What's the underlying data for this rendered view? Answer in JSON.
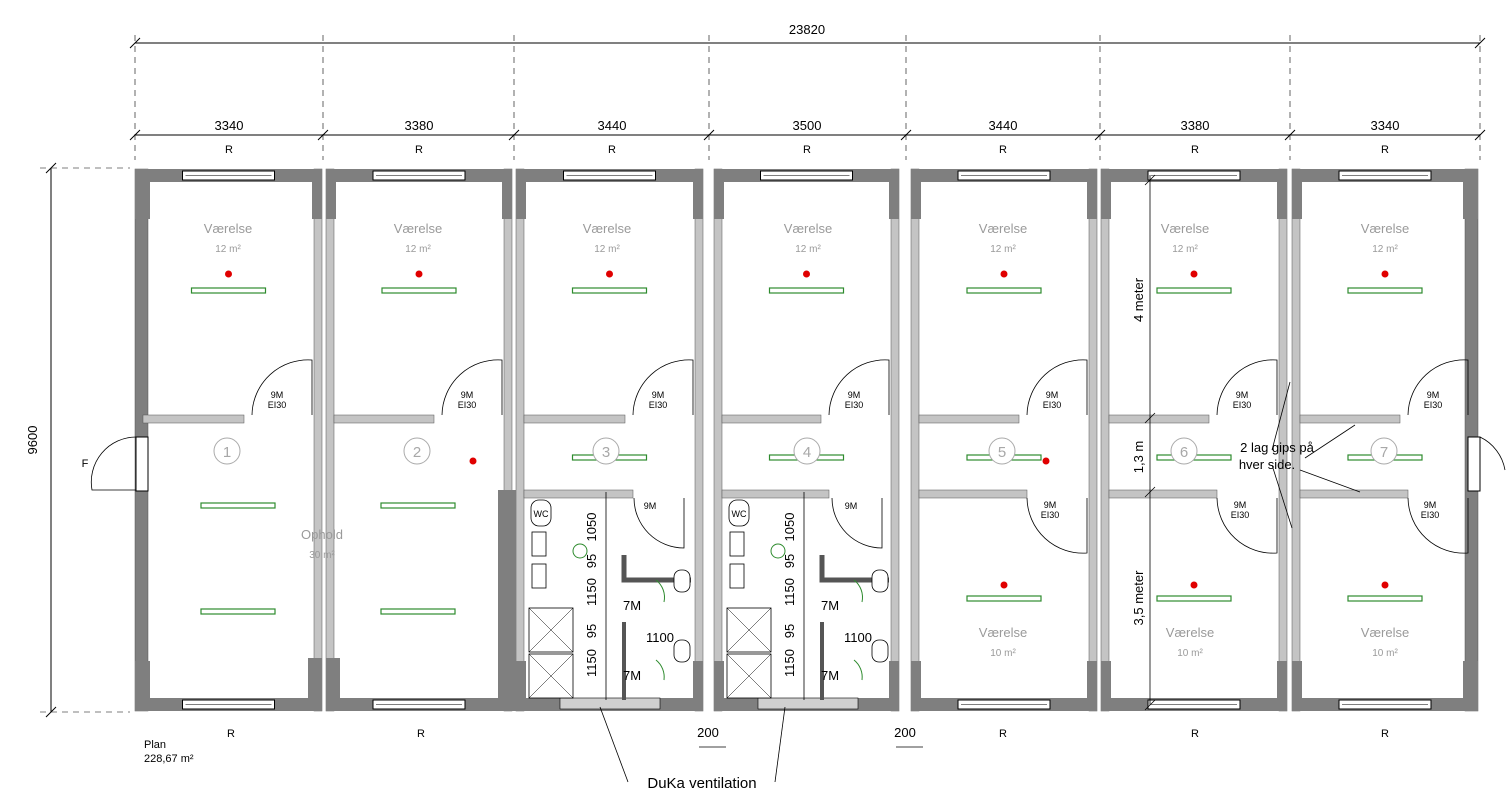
{
  "dims": {
    "total_width": "23820",
    "total_height": "9600",
    "module_widths": [
      "3340",
      "3380",
      "3440",
      "3500",
      "3440",
      "3380",
      "3340"
    ],
    "gap_200": "200",
    "dim_1050": "1050",
    "dim_95": "95",
    "dim_1150": "1150",
    "dim_1100": "1100",
    "meter_4": "4 meter",
    "meter_13": "1,3 m",
    "meter_35": "3,5 meter"
  },
  "marks": {
    "r": "R",
    "f": "F",
    "door_9m": "9M",
    "door_ei30": "EI30",
    "door_7m": "7M",
    "wc": "WC"
  },
  "rooms": {
    "vaerelse": "Værelse",
    "area_12": "12 m²",
    "area_10": "10 m²",
    "ophold": "Ophold",
    "ophold_area": "30 m²",
    "numbers": [
      "1",
      "2",
      "3",
      "4",
      "5",
      "6",
      "7"
    ]
  },
  "notes": {
    "gips_line1": "2 lag gips på",
    "gips_line2": "hver side.",
    "ventilation": "DuKa ventilation",
    "plan": "Plan",
    "plan_area": "228,67 m²"
  },
  "colors": {
    "wall": "#7f7f7f",
    "partition": "#c4c4c4",
    "light": "#2e8b2e",
    "sensor": "#e00000"
  }
}
